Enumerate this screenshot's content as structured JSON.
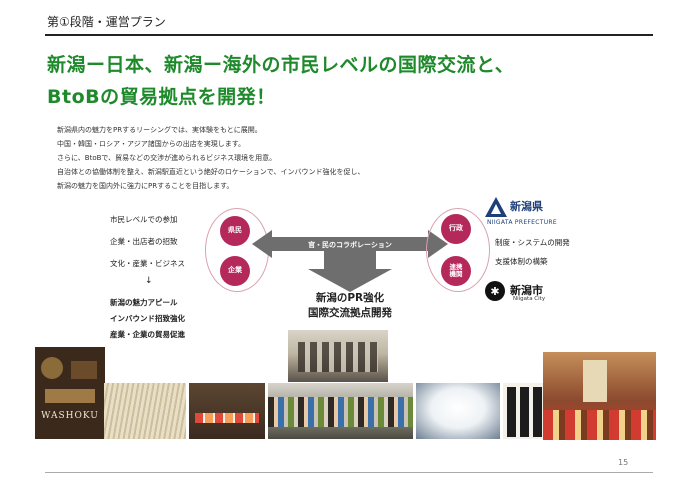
{
  "header": {
    "section": "第①段階・運営プラン"
  },
  "headline": {
    "line1": "新潟ー日本、新潟ー海外の市民レベルの国際交流と、",
    "line2": "BtoBの貿易拠点を開発！"
  },
  "body_lines": [
    "新潟県内の魅力をPRするリーシングでは、実体験をもとに展開。",
    "中国・韓国・ロシア・アジア諸国からの出店を実現します。",
    "さらに、BtoBで、貿易などの交渉が進められるビジネス環境を用意。",
    "自治体との協働体制を整え、新潟駅直近という絶好のロケーションで、インバウンド強化を促し、",
    "新潟の魅力を国内外に強力にPRすることを目指します。"
  ],
  "left_column": {
    "items": [
      "市民レベルでの参加",
      "企業・出店者の招致",
      "文化・産業・ビジネス"
    ],
    "arrow": "↓",
    "results": [
      "新潟の魅力アピール",
      "インバウンド招致強化",
      "産業・企業の貿易促進"
    ]
  },
  "left_circles": {
    "top": "県民",
    "bottom": "企業"
  },
  "collab_label": "官・民のコラボレーション",
  "center_result": {
    "line1": "新潟のPR強化",
    "line2": "国際交流拠点開発"
  },
  "right_circles": {
    "top": "行政",
    "bottom": "連携\n機関"
  },
  "prefecture": {
    "name": "新潟県",
    "roman": "NIIGATA PREFECTURE"
  },
  "right_items": [
    "制度・システムの開発",
    "支援体制の構築"
  ],
  "city": {
    "name": "新潟市",
    "roman": "Niigata City"
  },
  "photos": {
    "washoku_text": "WASHOKU"
  },
  "page_number": "15",
  "colors": {
    "green": "#1f8a2c",
    "crimson": "#b4295a",
    "arrow": "#6e6e6e"
  }
}
